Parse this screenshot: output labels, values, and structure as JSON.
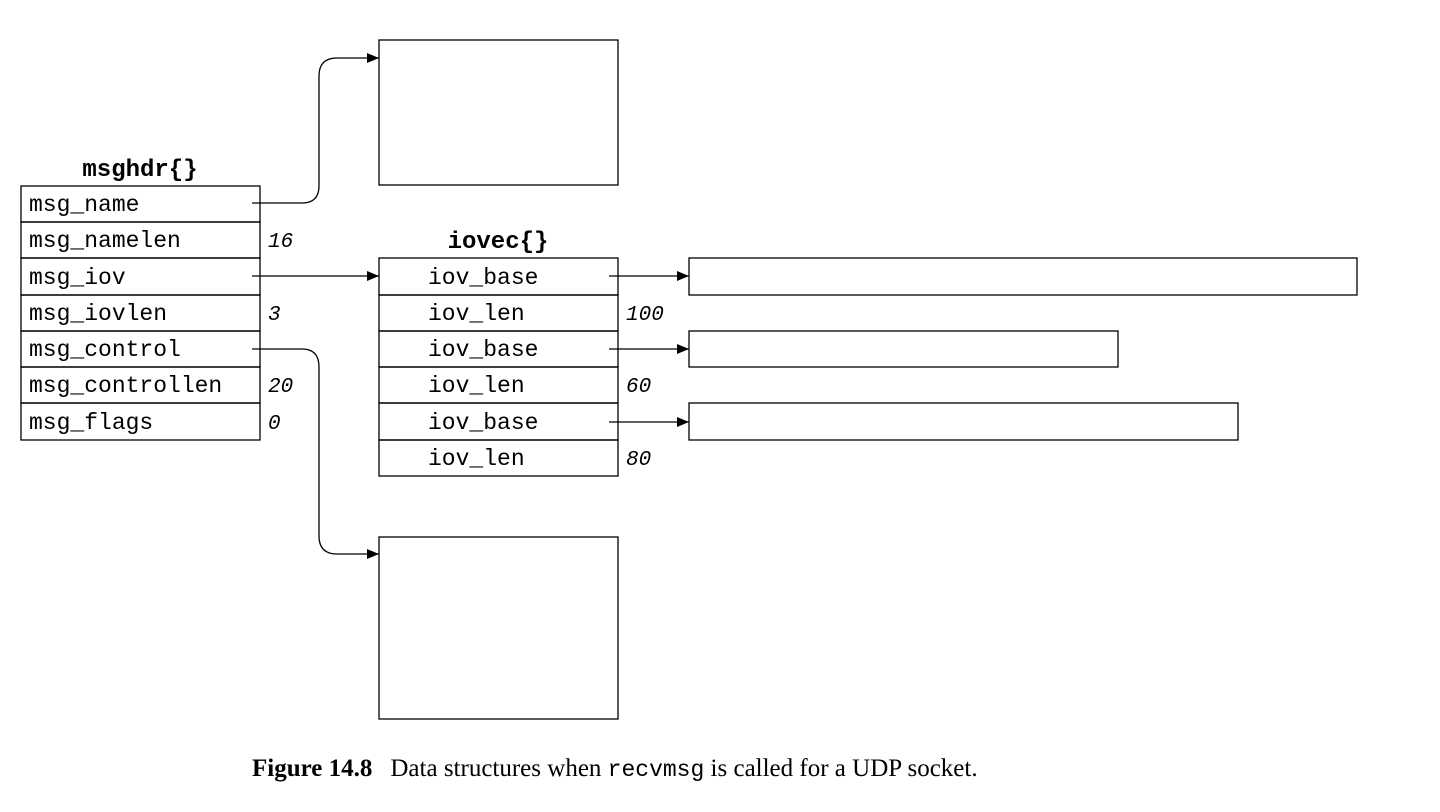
{
  "msghdr": {
    "title": "msghdr{}",
    "fields": [
      {
        "name": "msg_name",
        "value": ""
      },
      {
        "name": "msg_namelen",
        "value": "16"
      },
      {
        "name": "msg_iov",
        "value": ""
      },
      {
        "name": "msg_iovlen",
        "value": "3"
      },
      {
        "name": "msg_control",
        "value": ""
      },
      {
        "name": "msg_controllen",
        "value": "20"
      },
      {
        "name": "msg_flags",
        "value": "0"
      }
    ]
  },
  "iovec": {
    "title": "iovec{}",
    "fields": [
      {
        "name": "iov_base",
        "value": ""
      },
      {
        "name": "iov_len",
        "value": "100"
      },
      {
        "name": "iov_base",
        "value": ""
      },
      {
        "name": "iov_len",
        "value": "60"
      },
      {
        "name": "iov_base",
        "value": ""
      },
      {
        "name": "iov_len",
        "value": "80"
      }
    ]
  },
  "caption": {
    "label": "Figure 14.8",
    "text_before": "Data structures when ",
    "code": "recvmsg",
    "text_after": " is called for a UDP socket."
  }
}
